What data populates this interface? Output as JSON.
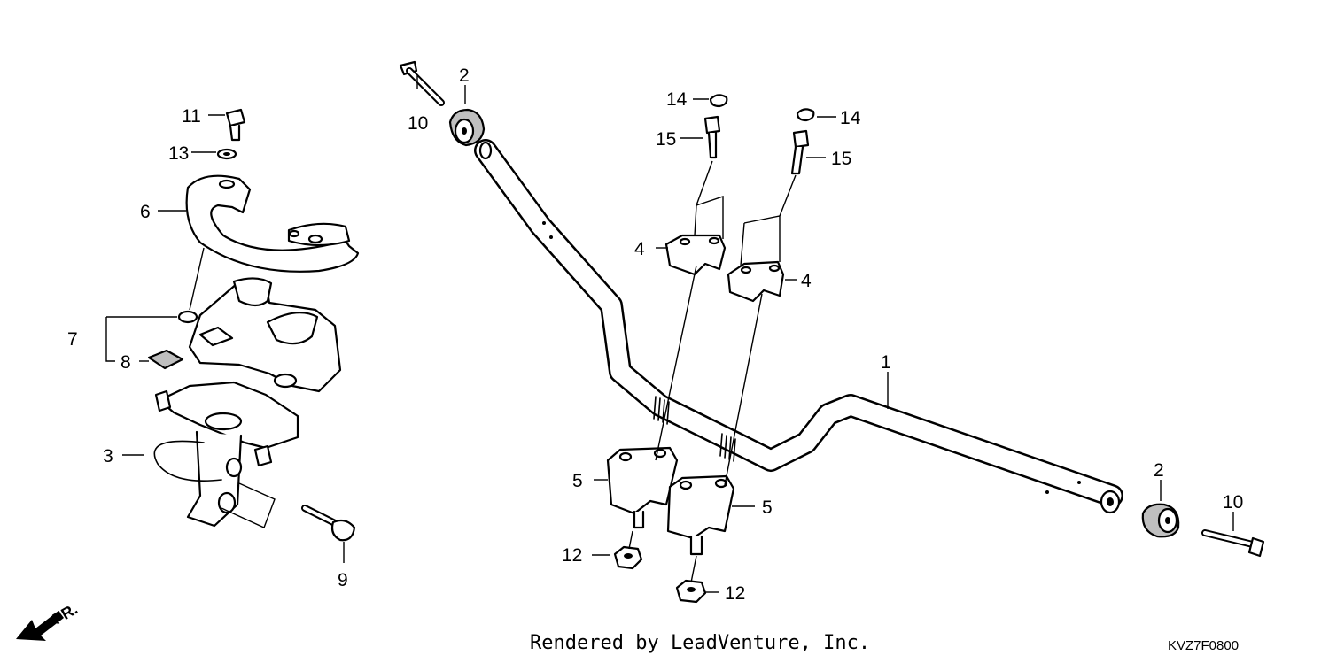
{
  "diagram": {
    "callouts": {
      "c1": "1",
      "c2a": "2",
      "c2b": "2",
      "c3": "3",
      "c4a": "4",
      "c4b": "4",
      "c5a": "5",
      "c5b": "5",
      "c6": "6",
      "c7": "7",
      "c8": "8",
      "c9": "9",
      "c10a": "10",
      "c10b": "10",
      "c11": "11",
      "c12a": "12",
      "c12b": "12",
      "c13": "13",
      "c14a": "14",
      "c14b": "14",
      "c15a": "15",
      "c15b": "15"
    },
    "direction_label": "FR.",
    "credit": "Rendered by LeadVenture, Inc.",
    "drawing_code": "KVZ7F0800"
  }
}
